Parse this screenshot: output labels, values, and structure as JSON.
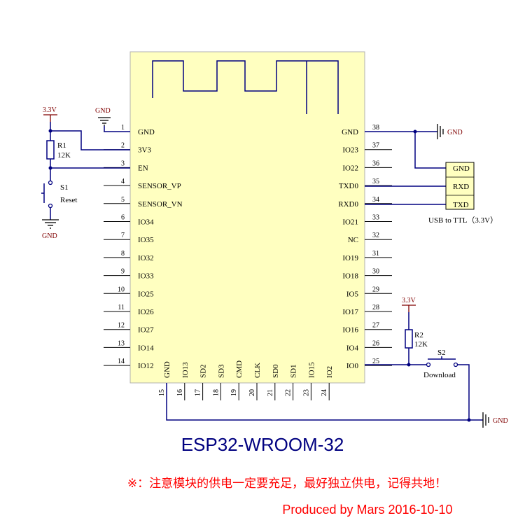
{
  "module": {
    "title": "ESP32-WROOM-32",
    "left_pins": [
      {
        "num": "1",
        "name": "GND"
      },
      {
        "num": "2",
        "name": "3V3"
      },
      {
        "num": "3",
        "name": "EN"
      },
      {
        "num": "4",
        "name": "SENSOR_VP"
      },
      {
        "num": "5",
        "name": "SENSOR_VN"
      },
      {
        "num": "6",
        "name": "IO34"
      },
      {
        "num": "7",
        "name": "IO35"
      },
      {
        "num": "8",
        "name": "IO32"
      },
      {
        "num": "9",
        "name": "IO33"
      },
      {
        "num": "10",
        "name": "IO25"
      },
      {
        "num": "11",
        "name": "IO26"
      },
      {
        "num": "12",
        "name": "IO27"
      },
      {
        "num": "13",
        "name": "IO14"
      },
      {
        "num": "14",
        "name": "IO12"
      }
    ],
    "right_pins": [
      {
        "num": "38",
        "name": "GND"
      },
      {
        "num": "37",
        "name": "IO23"
      },
      {
        "num": "36",
        "name": "IO22"
      },
      {
        "num": "35",
        "name": "TXD0"
      },
      {
        "num": "34",
        "name": "RXD0"
      },
      {
        "num": "33",
        "name": "IO21"
      },
      {
        "num": "32",
        "name": "NC"
      },
      {
        "num": "31",
        "name": "IO19"
      },
      {
        "num": "30",
        "name": "IO18"
      },
      {
        "num": "29",
        "name": "IO5"
      },
      {
        "num": "28",
        "name": "IO17"
      },
      {
        "num": "27",
        "name": "IO16"
      },
      {
        "num": "26",
        "name": "IO4"
      },
      {
        "num": "25",
        "name": "IO0"
      }
    ],
    "bottom_pins": [
      {
        "num": "15",
        "name": "GND"
      },
      {
        "num": "16",
        "name": "IO13"
      },
      {
        "num": "17",
        "name": "SD2"
      },
      {
        "num": "18",
        "name": "SD3"
      },
      {
        "num": "19",
        "name": "CMD"
      },
      {
        "num": "20",
        "name": "CLK"
      },
      {
        "num": "21",
        "name": "SD0"
      },
      {
        "num": "22",
        "name": "SD1"
      },
      {
        "num": "23",
        "name": "IO15"
      },
      {
        "num": "24",
        "name": "IO2"
      }
    ]
  },
  "labels": {
    "pwr_3v3_left": "3.3V",
    "gnd_top": "GND",
    "r1_name": "R1",
    "r1_value": "12K",
    "s1_name": "S1",
    "s1_desc": "Reset",
    "gnd_left": "GND",
    "gnd_right_top": "GND",
    "usb_pin_gnd": "GND",
    "usb_pin_rxd": "RXD",
    "usb_pin_txd": "TXD",
    "usb_caption": "USB to TTL（3.3V）",
    "pwr_3v3_right": "3.3V",
    "r2_name": "R2",
    "r2_value": "12K",
    "s2_name": "S2",
    "s2_desc": "Download",
    "gnd_right_bottom": "GND"
  },
  "note": "※：注意模块的供电一定要充足，最好独立供电，记得共地！",
  "credit": "Produced by Mars  2016-10-10",
  "colors": {
    "module_fill": "#ffffc0",
    "wire": "#000080",
    "power": "#800000",
    "note": "#ff0000"
  }
}
